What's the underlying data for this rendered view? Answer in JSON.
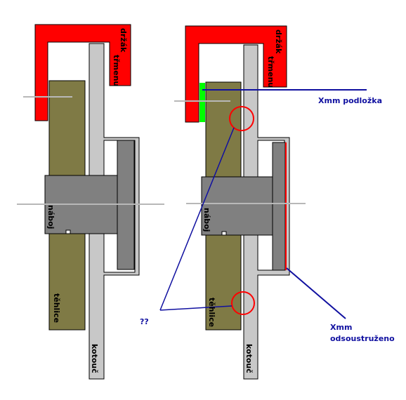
{
  "labels": {
    "drzak": "držák",
    "trmenu": "třmenu",
    "naboj": "náboj",
    "tehlice": "těhlice",
    "kotouc": "kotouč",
    "podlozka": "Xmm podložka",
    "odsoustruzeno_1": "Xmm",
    "odsoustruzeno_2": "odsoustruženo",
    "question": "??"
  },
  "colors": {
    "caliper": "#ff0000",
    "knuckle": "#7f7a45",
    "hub": "#808080",
    "disc": "#c8c8c8",
    "axis": "#b8b8b8",
    "annotation": "#1010a0",
    "washer": "#00ff00",
    "highlight": "#ff0000"
  }
}
